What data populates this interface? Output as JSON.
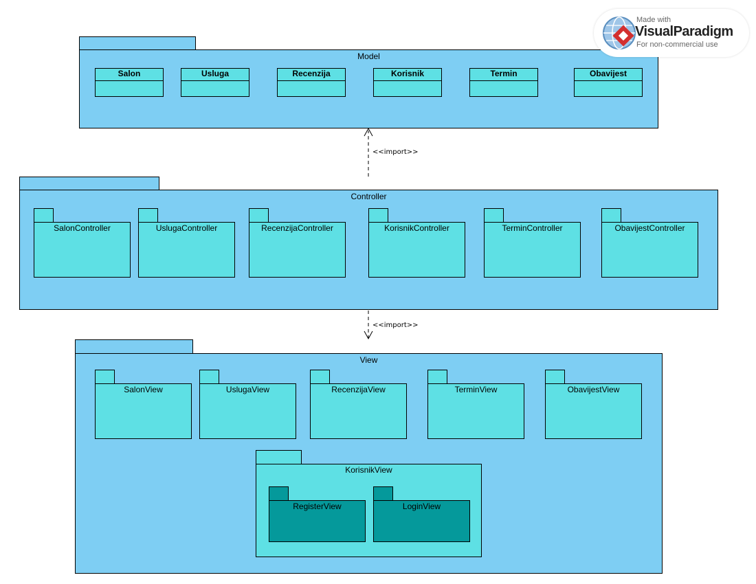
{
  "packages": {
    "model": {
      "title": "Model",
      "classes": [
        "Salon",
        "Usluga",
        "Recenzija",
        "Korisnik",
        "Termin",
        "Obavijest"
      ]
    },
    "controller": {
      "title": "Controller",
      "subpackages": [
        "SalonController",
        "UslugaController",
        "RecenzijaController",
        "KorisnikController",
        "TerminController",
        "ObavijestController"
      ]
    },
    "view": {
      "title": "View",
      "subpackages": [
        "SalonView",
        "UslugaView",
        "RecenzijaView",
        "TerminView",
        "ObavijestView"
      ],
      "korisnik_view": {
        "title": "KorisnikView",
        "subpackages": [
          "RegisterView",
          "LoginView"
        ]
      }
    }
  },
  "dependencies": [
    {
      "from": "Controller",
      "to": "Model",
      "label": "<<import>>"
    },
    {
      "from": "Controller",
      "to": "View",
      "label": "<<import>>"
    }
  ],
  "watermark": {
    "made_with": "Made with",
    "brand_bold": "Visual",
    "brand_rest": "Paradigm",
    "subtitle": "For non-commercial use"
  },
  "colors": {
    "package_fill": "#7ecef3",
    "subpackage_fill": "#5ee0e4",
    "nested_subpackage_fill": "#05999b",
    "stroke": "#000000"
  }
}
